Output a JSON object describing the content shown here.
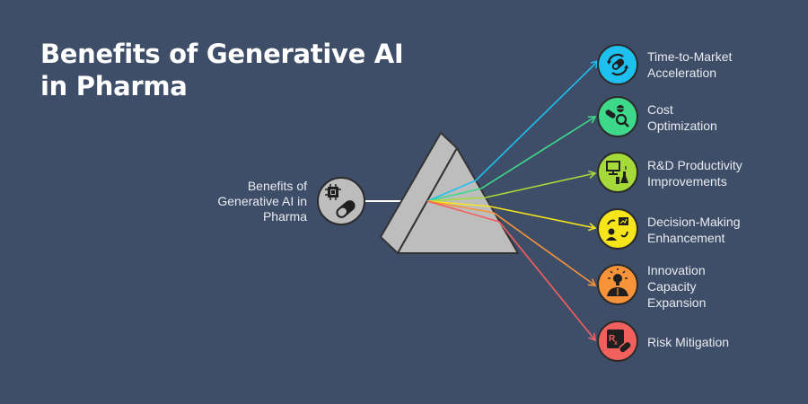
{
  "title": {
    "line1": "Benefits of Generative AI",
    "line2": "in Pharma"
  },
  "source": {
    "label_lines": [
      "Benefits of",
      "Generative AI in",
      "Pharma"
    ],
    "icon": "chip-pill-icon",
    "circle_color": "#bdbdbd"
  },
  "prism": {
    "fill": "#bdbdbd",
    "stroke": "#333333"
  },
  "benefits": [
    {
      "label_lines": [
        "Time-to-Market",
        "Acceleration"
      ],
      "color": "#1ec0f0",
      "icon": "refresh-pill-icon"
    },
    {
      "label_lines": [
        "Cost",
        "Optimization"
      ],
      "color": "#3ed88a",
      "icon": "pills-magnifier-icon"
    },
    {
      "label_lines": [
        "R&D Productivity",
        "Improvements"
      ],
      "color": "#a6da3a",
      "icon": "computer-lab-icon"
    },
    {
      "label_lines": [
        "Decision-Making",
        "Enhancement"
      ],
      "color": "#f7e51c",
      "icon": "person-chart-icon"
    },
    {
      "label_lines": [
        "Innovation",
        "Capacity",
        "Expansion"
      ],
      "color": "#f7943a",
      "icon": "lightbulb-person-icon"
    },
    {
      "label_lines": [
        "Risk Mitigation"
      ],
      "color": "#f2605e",
      "icon": "prescription-pill-icon"
    }
  ],
  "colors": {
    "background": "#3f4e68",
    "text": "#e8ebf0",
    "title": "#ffffff"
  }
}
